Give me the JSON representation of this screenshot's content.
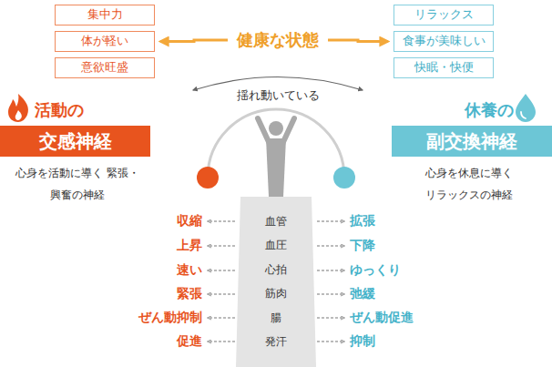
{
  "diagram": {
    "nodes": [
      {
        "text": [
          "健康な状態"
        ]
      },
      {
        "text": [
          "集中力"
        ]
      },
      {
        "text": [
          "体が軽い"
        ]
      },
      {
        "text": [
          "意欲旺盛"
        ]
      },
      {
        "text": [
          "リラックス"
        ]
      },
      {
        "text": [
          "食事が美味しい"
        ]
      },
      {
        "text": [
          "快眠・快便"
        ]
      },
      {
        "text": [
          "活動の",
          "交感神経"
        ]
      },
      {
        "text": [
          "休養の",
          "副交換神経"
        ]
      },
      {
        "text": [
          "血管",
          "血圧",
          "心拍",
          "筋肉",
          "腸",
          "発汗"
        ]
      }
    ],
    "edges": [
      {
        "from": 0,
        "to": 2,
        "arrow": "to"
      },
      {
        "from": 0,
        "to": 5,
        "arrow": "to"
      }
    ],
    "labels": [
      "揺れ動いている",
      "心身を活動に導く 緊張・興奮の神経",
      "心身を休息に導く リラックスの神経",
      "収縮",
      "上昇",
      "速い",
      "緊張",
      "ぜん動抑制",
      "促進",
      "拡張",
      "下降",
      "ゆっくり",
      "弛緩",
      "ぜん動促進",
      "抑制"
    ]
  }
}
